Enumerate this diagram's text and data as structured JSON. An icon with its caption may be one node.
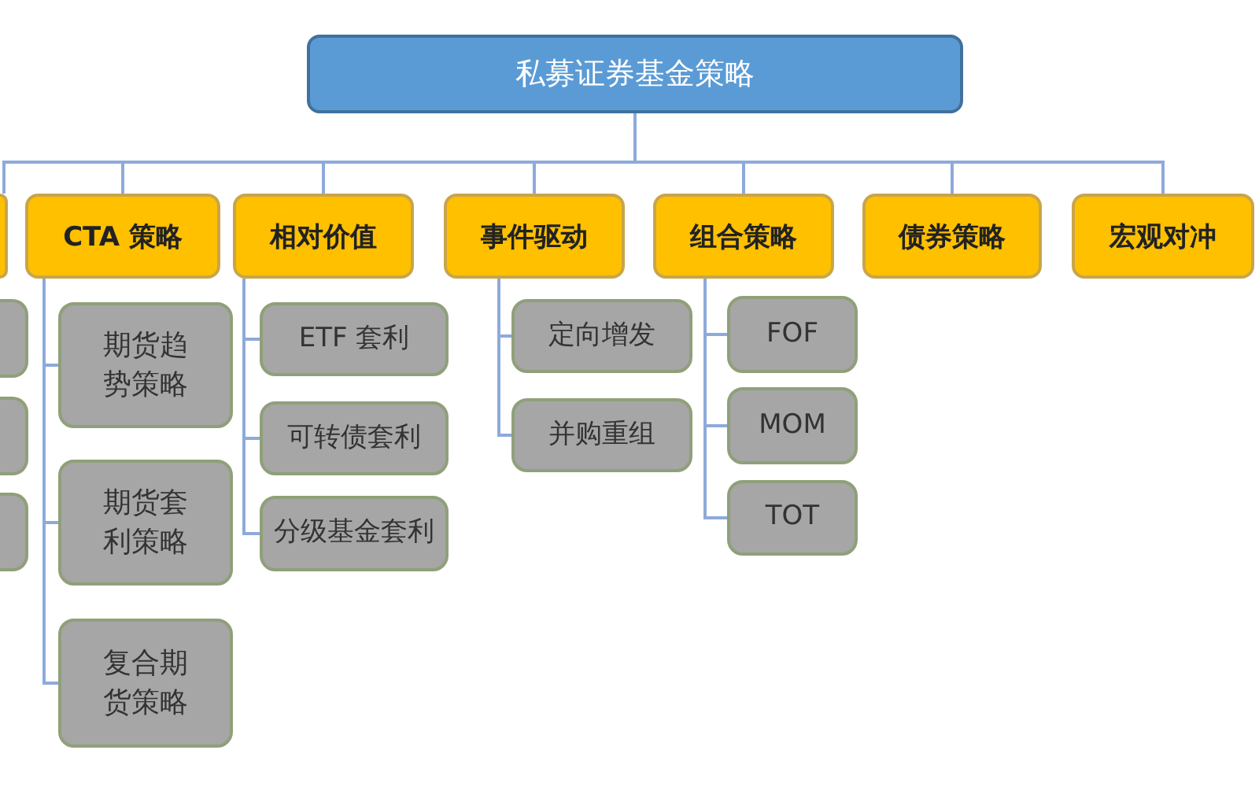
{
  "diagram": {
    "nodes": [
      {
        "text": [
          "私募证券基金策略"
        ]
      },
      {
        "text": [],
        "shape": "box"
      },
      {
        "text": [],
        "shape": "box"
      },
      {
        "text": [],
        "shape": "box"
      },
      {
        "text": [],
        "shape": "box"
      },
      {
        "text": [
          "CTA 策略"
        ]
      },
      {
        "text": [
          "期货趋势策略"
        ]
      },
      {
        "text": [
          "期货套利策略"
        ]
      },
      {
        "text": [
          "复合期货策略"
        ]
      },
      {
        "text": [
          "相对价值"
        ]
      },
      {
        "text": [
          "ETF 套利"
        ]
      },
      {
        "text": [
          "可转债套利"
        ]
      },
      {
        "text": [
          "分级基金套利"
        ]
      },
      {
        "text": [
          "事件驱动"
        ]
      },
      {
        "text": [
          "定向增发"
        ]
      },
      {
        "text": [
          "并购重组"
        ]
      },
      {
        "text": [
          "组合策略"
        ]
      },
      {
        "text": [
          "FOF"
        ]
      },
      {
        "text": [
          "MOM"
        ]
      },
      {
        "text": [
          "TOT"
        ]
      },
      {
        "text": [
          "债券策略"
        ]
      },
      {
        "text": [
          "宏观对冲"
        ]
      }
    ],
    "edges": [
      {
        "from": 0,
        "to": 1,
        "arrow": "none"
      },
      {
        "from": 0,
        "to": 5,
        "arrow": "none"
      },
      {
        "from": 0,
        "to": 9,
        "arrow": "none"
      },
      {
        "from": 0,
        "to": 13,
        "arrow": "none"
      },
      {
        "from": 0,
        "to": 16,
        "arrow": "none"
      },
      {
        "from": 0,
        "to": 20,
        "arrow": "none"
      },
      {
        "from": 0,
        "to": 21,
        "arrow": "none"
      },
      {
        "from": 5,
        "to": 6,
        "arrow": "none"
      },
      {
        "from": 5,
        "to": 7,
        "arrow": "none"
      },
      {
        "from": 5,
        "to": 8,
        "arrow": "none"
      },
      {
        "from": 9,
        "to": 10,
        "arrow": "none"
      },
      {
        "from": 9,
        "to": 11,
        "arrow": "none"
      },
      {
        "from": 9,
        "to": 12,
        "arrow": "none"
      },
      {
        "from": 13,
        "to": 14,
        "arrow": "none"
      },
      {
        "from": 13,
        "to": 15,
        "arrow": "none"
      },
      {
        "from": 16,
        "to": 17,
        "arrow": "none"
      },
      {
        "from": 16,
        "to": 18,
        "arrow": "none"
      },
      {
        "from": 16,
        "to": 19,
        "arrow": "none"
      }
    ]
  }
}
